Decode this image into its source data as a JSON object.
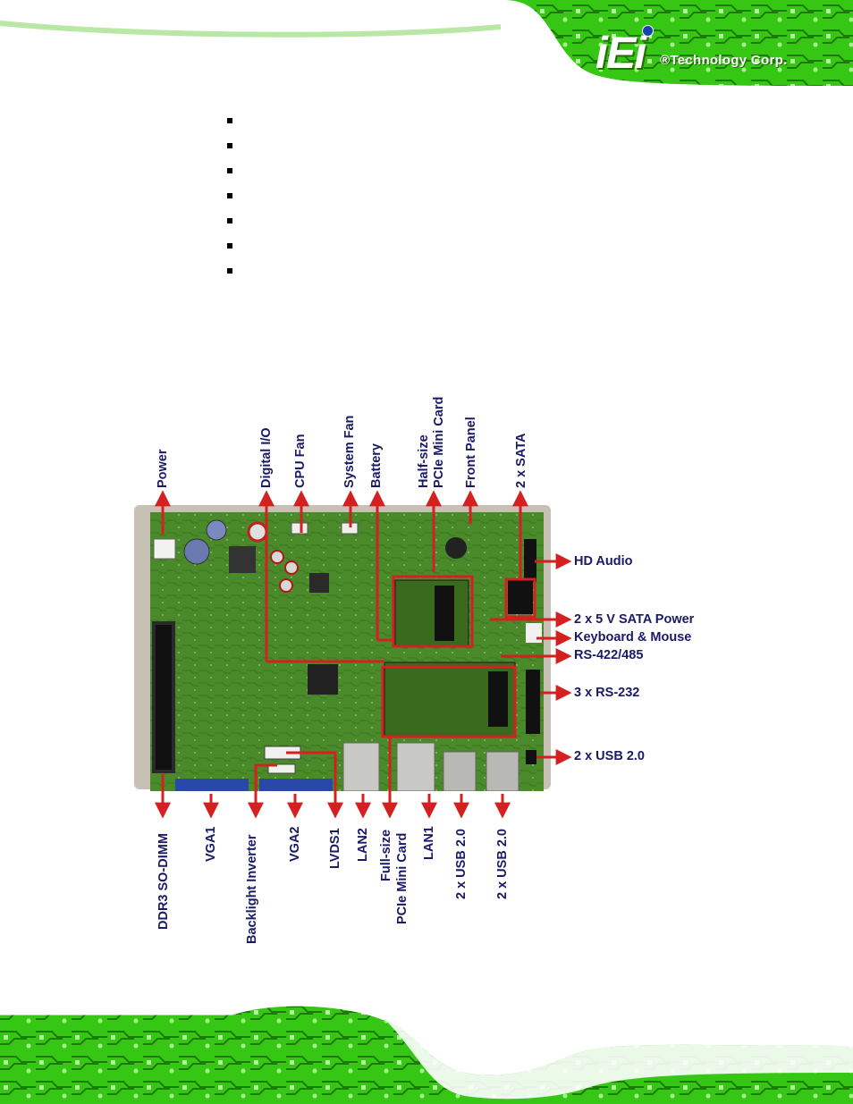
{
  "header": {
    "logo_text": "iEi",
    "company": "®Technology Corp."
  },
  "bullets_count": 7,
  "labels": {
    "power": "Power",
    "digital_io": "Digital I/O",
    "cpu_fan": "CPU Fan",
    "system_fan": "System Fan",
    "battery": "Battery",
    "half_size_1": "Half-size",
    "half_size_2": "PCIe Mini Card",
    "front_panel": "Front Panel",
    "sata": "2 x SATA",
    "hd_audio": "HD Audio",
    "sata_power": "2 x 5 V SATA Power",
    "keyboard_mouse": "Keyboard & Mouse",
    "rs422": "RS-422/485",
    "rs232": "3 x RS-232",
    "usb_right": "2 x USB 2.0",
    "ddr3": "DDR3 SO-DIMM",
    "vga1": "VGA1",
    "backlight": "Backlight Inverter",
    "vga2": "VGA2",
    "lvds1": "LVDS1",
    "lan2": "LAN2",
    "full_size_1": "Full-size",
    "full_size_2": "PCIe Mini Card",
    "lan1": "LAN1",
    "usb_bottom_1": "2 x USB 2.0",
    "usb_bottom_2": "2 x USB 2.0"
  },
  "colors": {
    "pcb_green": "#4a8a2a",
    "label_navy": "#1a1a66",
    "arrow_red": "#d42020",
    "banner_green": "#2fd10c"
  }
}
